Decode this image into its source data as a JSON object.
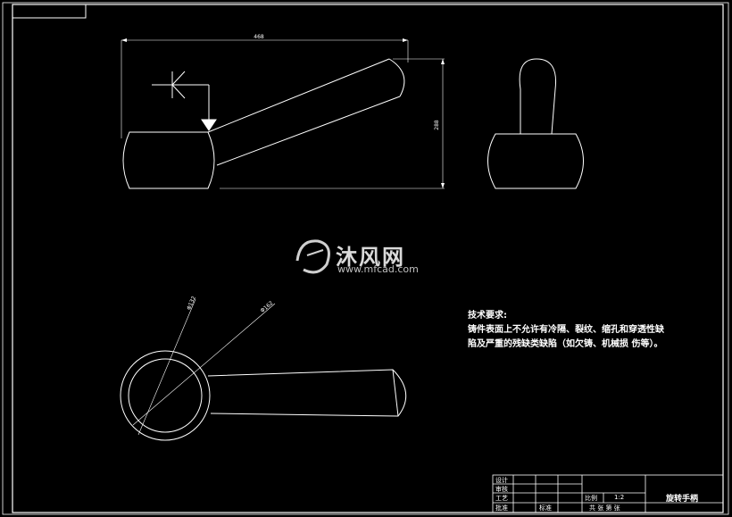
{
  "dimensions": {
    "length": "468",
    "height": "288",
    "dia1": "Φ132",
    "dia2": "Φ162"
  },
  "watermark": {
    "name": "沐风网",
    "url": "www.mfcad.com"
  },
  "notes": {
    "title": "技术要求:",
    "line1": "铸件表面上不允许有冷隔、裂纹、缩孔和穿透性缺",
    "line2": "陷及严重的残缺类缺陷（如欠铸、机械损 伤等）。"
  },
  "title_block": {
    "design": "设计",
    "check": "审核",
    "process": "工艺",
    "approve": "批准",
    "standard": "标准",
    "scale_label": "比例",
    "scale_value": "1:2",
    "sheet_info": "共  张  第  张",
    "part_name": "旋转手柄"
  },
  "colors": {
    "background": "#000000",
    "lines": "#ffffff"
  }
}
